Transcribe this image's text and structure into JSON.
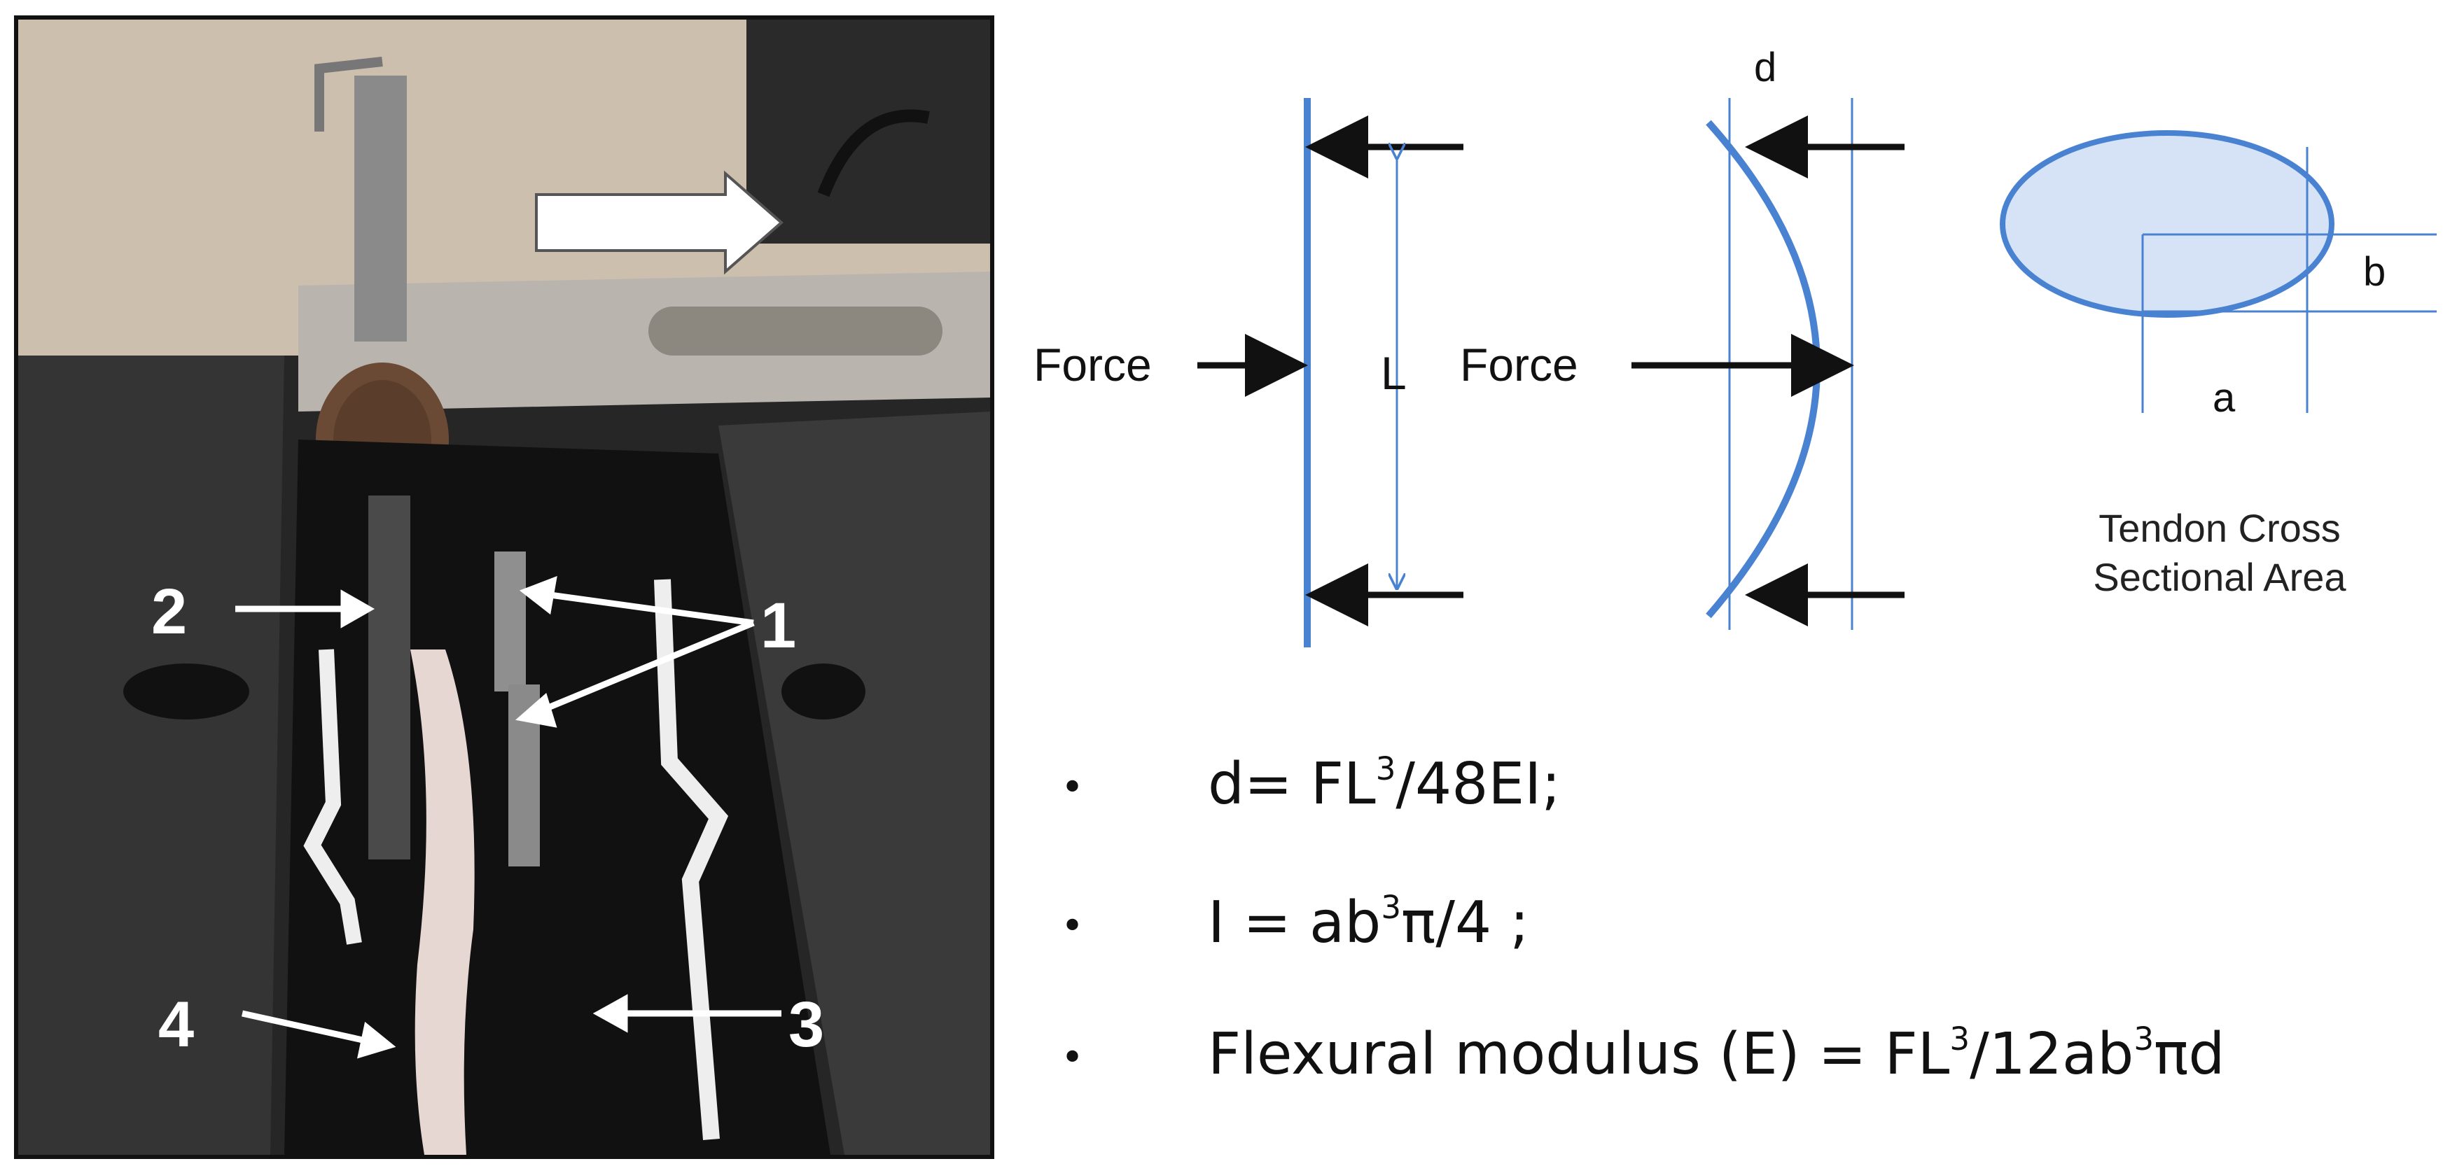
{
  "photo": {
    "labels": {
      "one": "1",
      "two": "2",
      "three": "3",
      "four": "4"
    }
  },
  "diagram": {
    "force_left": "Force",
    "force_right": "Force",
    "length_label": "L",
    "deflection_label": "d",
    "ellipse_a": "a",
    "ellipse_b": "b",
    "caption_line1": "Tendon Cross",
    "caption_line2": "Sectional Area"
  },
  "formulas": [
    {
      "bullet": "•",
      "pre": "d= FL",
      "sup": "3",
      "post": "/48EI;"
    },
    {
      "bullet": "•",
      "pre": "I = ab",
      "sup": "3",
      "post": "π/4 ;"
    },
    {
      "bullet": "•",
      "pre": "Flexural modulus (E) = FL",
      "sup": "3",
      "post": "/12ab",
      "sup2": "3",
      "post2": "πd"
    }
  ],
  "colors": {
    "beam_blue": "#4a82d2",
    "ellipse_fill": "#d6e2f5",
    "arrow_black": "#111111"
  }
}
